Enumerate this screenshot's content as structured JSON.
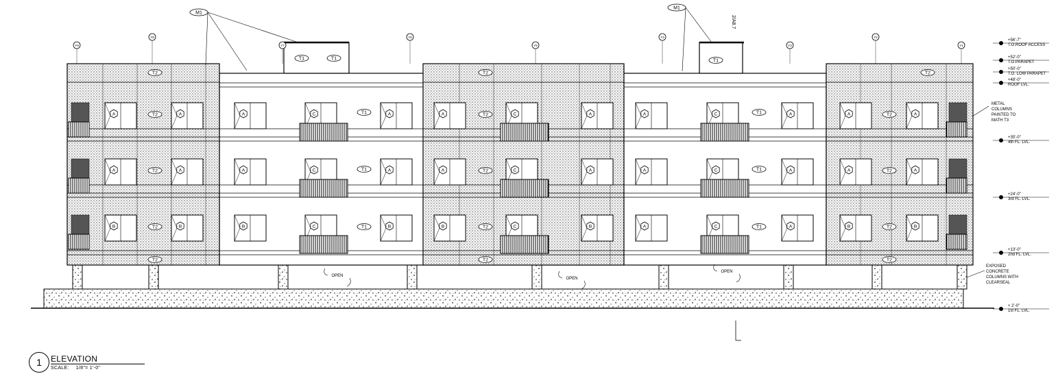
{
  "title_block": {
    "number": "1",
    "title": "ELEVATION",
    "scale_label": "SCALE:",
    "scale_value": "1/8\"= 1'-0\""
  },
  "levels": [
    {
      "elev": "+56'-7\"",
      "name": "T.O.ROOF ACCESS"
    },
    {
      "elev": "+52'-0\"",
      "name": "T.O.PARAPET"
    },
    {
      "elev": "+50'-0\"",
      "name": "T.O. LOW PARAPET"
    },
    {
      "elev": "+48'-0\"",
      "name": "ROOF LVL."
    },
    {
      "elev": "+35'-0\"",
      "name": "4th FL. LVL."
    },
    {
      "elev": "+24'-0\"",
      "name": "3rd FL. LVL."
    },
    {
      "elev": "+13'-0\"",
      "name": "2nd FL. LVL."
    },
    {
      "elev": "+ 2'-0\"",
      "name": "1st FL. LVL."
    }
  ],
  "notes": {
    "metal_columns": [
      "METAL",
      "COLUMNS",
      "PAINTED TO",
      "MATH T3"
    ],
    "exposed_concrete": [
      "EXPOSED",
      "CONCRETE",
      "COLUMNS WITH",
      "CLEARSEAL"
    ]
  },
  "tags": {
    "material_m1": "M1",
    "t1": "T1",
    "t2": "T2",
    "open": "OPEN",
    "grid": [
      "Y9",
      "Y8",
      "Y7",
      "Y6",
      "Y5",
      "Y4",
      "Y3",
      "Y2",
      "Y1"
    ],
    "window_types": [
      "A",
      "B",
      "C"
    ],
    "section_ref": "2/A8.7"
  }
}
